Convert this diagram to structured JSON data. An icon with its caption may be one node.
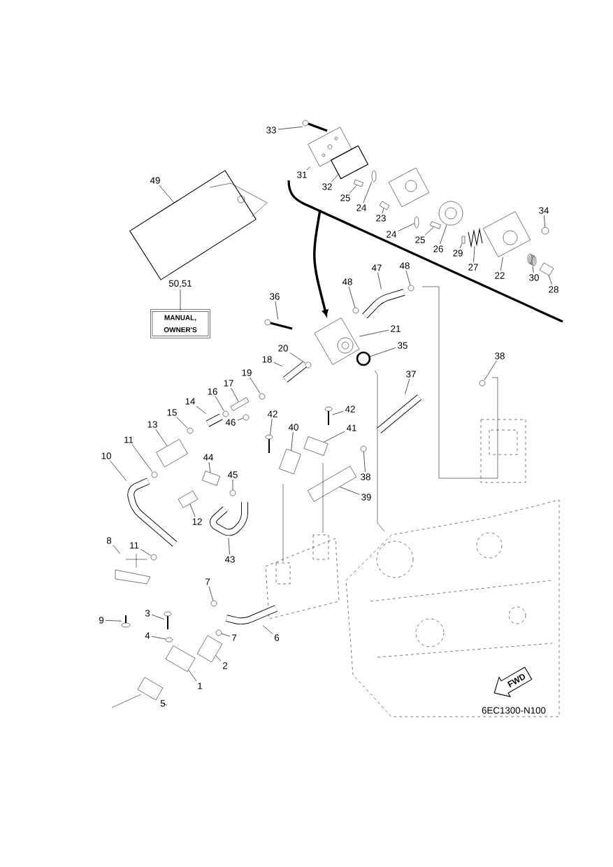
{
  "diagram": {
    "nodes": [
      {
        "text": [
          "33"
        ]
      },
      {
        "text": [
          "31"
        ]
      },
      {
        "text": [
          "49"
        ]
      },
      {
        "text": [
          "32"
        ]
      },
      {
        "text": [
          "25"
        ]
      },
      {
        "text": [
          "24"
        ]
      },
      {
        "text": [
          "23"
        ]
      },
      {
        "text": [
          "34"
        ]
      },
      {
        "text": [
          "24"
        ]
      },
      {
        "text": [
          "25"
        ]
      },
      {
        "text": [
          "26"
        ]
      },
      {
        "text": [
          "29"
        ]
      },
      {
        "text": [
          "27"
        ]
      },
      {
        "text": [
          "48"
        ]
      },
      {
        "text": [
          "47"
        ]
      },
      {
        "text": [
          "22"
        ]
      },
      {
        "text": [
          "30"
        ]
      },
      {
        "text": [
          "48"
        ]
      },
      {
        "text": [
          "50,51"
        ]
      },
      {
        "text": [
          "MANUAL, OWNER'S"
        ]
      },
      {
        "text": [
          "28"
        ]
      },
      {
        "text": [
          "36"
        ]
      },
      {
        "text": [
          "21"
        ]
      },
      {
        "text": [
          "35"
        ]
      },
      {
        "text": [
          "20"
        ]
      },
      {
        "text": [
          "18"
        ]
      },
      {
        "text": [
          "19"
        ]
      },
      {
        "text": [
          "17"
        ]
      },
      {
        "text": [
          "16"
        ]
      },
      {
        "text": [
          "14"
        ]
      },
      {
        "text": [
          "42"
        ]
      },
      {
        "text": [
          "15"
        ]
      },
      {
        "text": [
          "42"
        ]
      },
      {
        "text": [
          "46"
        ]
      },
      {
        "text": [
          "13"
        ]
      },
      {
        "text": [
          "40"
        ]
      },
      {
        "text": [
          "41"
        ]
      },
      {
        "text": [
          "11"
        ]
      },
      {
        "text": [
          "37"
        ]
      },
      {
        "text": [
          "38"
        ]
      },
      {
        "text": [
          "10"
        ]
      },
      {
        "text": [
          "44"
        ]
      },
      {
        "text": [
          "38"
        ]
      },
      {
        "text": [
          "45"
        ]
      },
      {
        "text": [
          "12"
        ]
      },
      {
        "text": [
          "39"
        ]
      },
      {
        "text": [
          "8"
        ]
      },
      {
        "text": [
          "11"
        ]
      },
      {
        "text": [
          "43"
        ]
      },
      {
        "text": [
          "7"
        ]
      },
      {
        "text": [
          "3"
        ]
      },
      {
        "text": [
          "9"
        ]
      },
      {
        "text": [
          "4"
        ]
      },
      {
        "text": [
          "6"
        ]
      },
      {
        "text": [
          "7"
        ]
      },
      {
        "text": [
          "2"
        ]
      },
      {
        "text": [
          "1"
        ]
      },
      {
        "text": [
          "5"
        ]
      },
      {
        "text": [
          "FWD"
        ]
      },
      {
        "text": [],
        "shape": "picture"
      },
      {
        "text": [],
        "shape": "picture"
      },
      {
        "text": [],
        "shape": "picture"
      },
      {
        "text": [],
        "shape": "box"
      },
      {
        "text": [],
        "shape": "box"
      },
      {
        "text": [],
        "shape": "picture"
      },
      {
        "text": [],
        "shape": "box"
      },
      {
        "text": [],
        "shape": "picture"
      },
      {
        "text": [],
        "shape": "picture"
      },
      {
        "text": [],
        "shape": "box"
      },
      {
        "text": [],
        "shape": "picture"
      },
      {
        "text": [],
        "shape": "box"
      },
      {
        "text": [],
        "shape": "picture"
      },
      {
        "text": [],
        "shape": "picture"
      },
      {
        "text": [],
        "shape": "picture"
      },
      {
        "text": [],
        "shape": "picture"
      },
      {
        "text": [],
        "shape": "picture"
      },
      {
        "text": [],
        "shape": "picture"
      },
      {
        "text": [],
        "shape": "box"
      },
      {
        "text": [],
        "shape": "picture"
      },
      {
        "text": [],
        "shape": "picture"
      },
      {
        "text": [],
        "shape": "circle"
      },
      {
        "text": [],
        "shape": "picture"
      },
      {
        "text": [],
        "shape": "picture"
      },
      {
        "text": [],
        "shape": "picture"
      },
      {
        "text": [],
        "shape": "box"
      },
      {
        "text": [],
        "shape": "picture"
      },
      {
        "text": [],
        "shape": "picture"
      },
      {
        "text": [],
        "shape": "picture"
      },
      {
        "text": [],
        "shape": "picture"
      },
      {
        "text": [],
        "shape": "picture"
      },
      {
        "text": [],
        "shape": "picture"
      },
      {
        "text": [],
        "shape": "box"
      },
      {
        "text": [],
        "shape": "box"
      },
      {
        "text": [],
        "shape": "box"
      },
      {
        "text": [],
        "shape": "picture"
      },
      {
        "text": [],
        "shape": "picture"
      },
      {
        "text": [],
        "shape": "picture"
      },
      {
        "text": [],
        "shape": "picture"
      },
      {
        "text": [],
        "shape": "box"
      },
      {
        "text": [],
        "shape": "picture"
      },
      {
        "text": [],
        "shape": "picture"
      },
      {
        "text": [],
        "shape": "box"
      },
      {
        "text": [],
        "shape": "box"
      },
      {
        "text": [],
        "shape": "picture"
      },
      {
        "text": [],
        "shape": "picture"
      },
      {
        "text": [],
        "shape": "picture"
      },
      {
        "text": [],
        "shape": "picture"
      },
      {
        "text": [],
        "shape": "picture"
      },
      {
        "text": [],
        "shape": "picture"
      },
      {
        "text": [],
        "shape": "picture"
      },
      {
        "text": [],
        "shape": "picture"
      },
      {
        "text": [],
        "shape": "picture"
      },
      {
        "text": [],
        "shape": "box"
      },
      {
        "text": [],
        "shape": "box"
      },
      {
        "text": [],
        "shape": "picture"
      }
    ],
    "edges": [
      {
        "from": 0,
        "to": 59,
        "arrow": "none"
      },
      {
        "from": 1,
        "to": 60,
        "arrow": "none"
      },
      {
        "from": 2,
        "to": 61,
        "arrow": "none"
      },
      {
        "from": 3,
        "to": 62,
        "arrow": "none"
      },
      {
        "from": 4,
        "to": 63,
        "arrow": "none"
      },
      {
        "from": 5,
        "to": 64,
        "arrow": "none"
      },
      {
        "from": 6,
        "to": 65,
        "arrow": "none"
      },
      {
        "from": 7,
        "to": 66,
        "arrow": "none"
      },
      {
        "from": 8,
        "to": 67,
        "arrow": "none"
      },
      {
        "from": 9,
        "to": 68,
        "arrow": "none"
      },
      {
        "from": 10,
        "to": 69,
        "arrow": "none"
      },
      {
        "from": 11,
        "to": 70,
        "arrow": "none"
      },
      {
        "from": 12,
        "to": 71,
        "arrow": "none"
      },
      {
        "from": 13,
        "to": 72,
        "arrow": "none"
      },
      {
        "from": 14,
        "to": 73,
        "arrow": "none"
      },
      {
        "from": 15,
        "to": 74,
        "arrow": "none"
      },
      {
        "from": 16,
        "to": 75,
        "arrow": "none"
      },
      {
        "from": 17,
        "to": 76,
        "arrow": "none"
      },
      {
        "from": 18,
        "to": 19,
        "arrow": "none"
      },
      {
        "from": 20,
        "to": 77,
        "arrow": "none"
      },
      {
        "from": 21,
        "to": 78,
        "arrow": "none"
      },
      {
        "from": 22,
        "to": 79,
        "arrow": "none"
      },
      {
        "from": 23,
        "to": 80,
        "arrow": "none"
      },
      {
        "from": 24,
        "to": 81,
        "arrow": "none"
      },
      {
        "from": 25,
        "to": 82,
        "arrow": "none"
      },
      {
        "from": 26,
        "to": 83,
        "arrow": "none"
      },
      {
        "from": 27,
        "to": 84,
        "arrow": "none"
      },
      {
        "from": 28,
        "to": 85,
        "arrow": "none"
      },
      {
        "from": 29,
        "to": 86,
        "arrow": "none"
      },
      {
        "from": 30,
        "to": 87,
        "arrow": "none"
      },
      {
        "from": 31,
        "to": 88,
        "arrow": "none"
      },
      {
        "from": 32,
        "to": 89,
        "arrow": "none"
      },
      {
        "from": 33,
        "to": 90,
        "arrow": "none"
      },
      {
        "from": 34,
        "to": 91,
        "arrow": "none"
      },
      {
        "from": 35,
        "to": 92,
        "arrow": "none"
      },
      {
        "from": 36,
        "to": 93,
        "arrow": "none"
      },
      {
        "from": 37,
        "to": 94,
        "arrow": "none"
      },
      {
        "from": 38,
        "to": 95,
        "arrow": "none"
      },
      {
        "from": 39,
        "to": 96,
        "arrow": "none"
      },
      {
        "from": 40,
        "to": 97,
        "arrow": "none"
      },
      {
        "from": 41,
        "to": 98,
        "arrow": "none"
      },
      {
        "from": 42,
        "to": 99,
        "arrow": "none"
      },
      {
        "from": 43,
        "to": 100,
        "arrow": "none"
      },
      {
        "from": 44,
        "to": 101,
        "arrow": "none"
      },
      {
        "from": 45,
        "to": 102,
        "arrow": "none"
      },
      {
        "from": 46,
        "to": 103,
        "arrow": "none"
      },
      {
        "from": 47,
        "to": 104,
        "arrow": "none"
      },
      {
        "from": 48,
        "to": 105,
        "arrow": "none"
      },
      {
        "from": 49,
        "to": 106,
        "arrow": "none"
      },
      {
        "from": 50,
        "to": 107,
        "arrow": "none"
      },
      {
        "from": 51,
        "to": 108,
        "arrow": "none"
      },
      {
        "from": 52,
        "to": 109,
        "arrow": "none"
      },
      {
        "from": 53,
        "to": 110,
        "arrow": "none"
      },
      {
        "from": 54,
        "to": 111,
        "arrow": "none"
      },
      {
        "from": 55,
        "to": 112,
        "arrow": "none"
      },
      {
        "from": 56,
        "to": 113,
        "arrow": "none"
      },
      {
        "from": 57,
        "to": 114,
        "arrow": "none"
      }
    ],
    "labels": [
      "6EC1300-N100"
    ]
  }
}
